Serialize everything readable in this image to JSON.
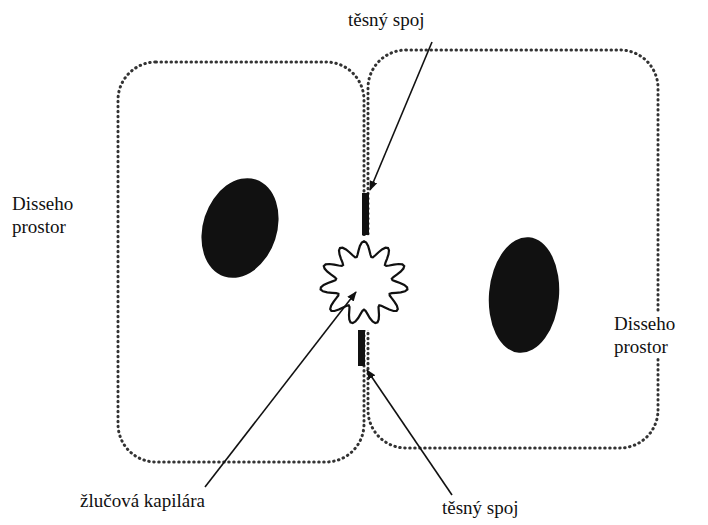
{
  "diagram": {
    "labels": [
      "těsný spoj",
      "Disseho prostor",
      "Disseho prostor",
      "žlučová kapilára",
      "těsný spoj"
    ]
  }
}
